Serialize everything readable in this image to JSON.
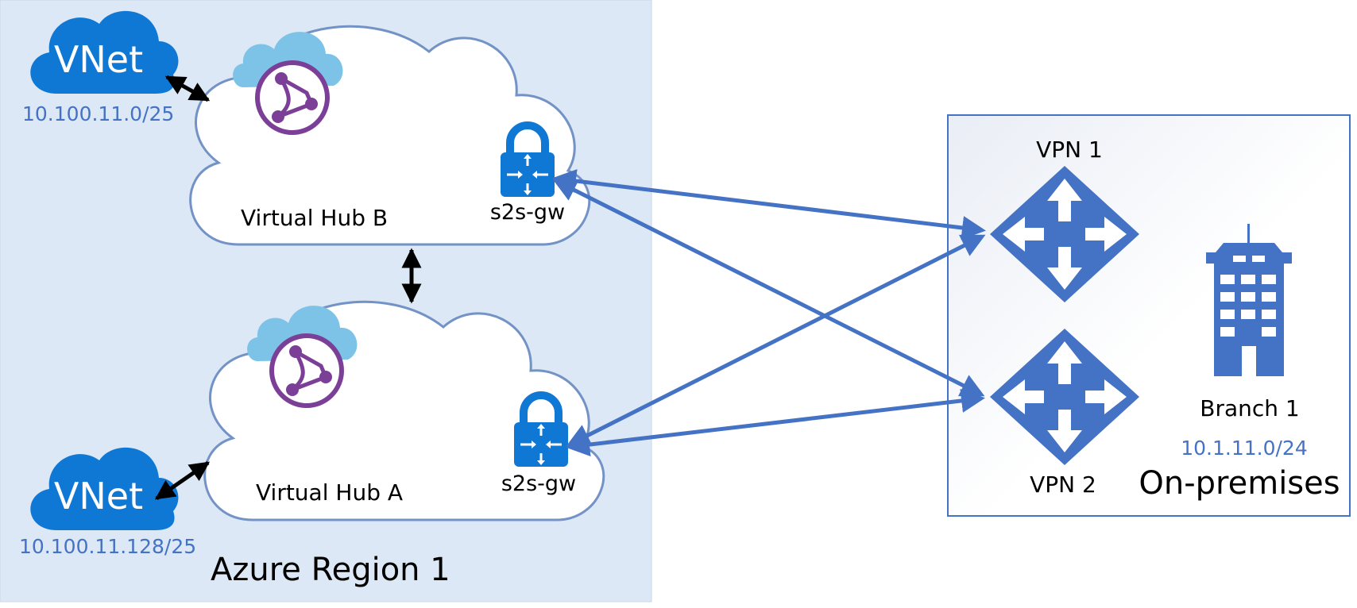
{
  "region": {
    "label": "Azure Region 1"
  },
  "onprem": {
    "label": "On-premises"
  },
  "hub_b": {
    "label": "Virtual Hub B",
    "gateway_label": "s2s-gw"
  },
  "hub_a": {
    "label": "Virtual Hub A",
    "gateway_label": "s2s-gw"
  },
  "vnet_top": {
    "label": "VNet",
    "cidr": "10.100.11.0/25"
  },
  "vnet_bottom": {
    "label": "VNet",
    "cidr": "10.100.11.128/25"
  },
  "vpn1": {
    "label": "VPN 1"
  },
  "vpn2": {
    "label": "VPN 2"
  },
  "branch": {
    "label": "Branch 1",
    "cidr": "10.1.11.0/24"
  },
  "colors": {
    "region_bg": "#dce8f5",
    "onprem_border": "#4472c4",
    "link_blue": "#4472c4",
    "cidr_blue": "#4472c4",
    "vnet_blue": "#0f78d4",
    "hub_purple": "#7b3f98",
    "hub_cloud_light": "#7dc3e8",
    "gateway_blue": "#0f78d4",
    "device_blue": "#4472c4"
  },
  "icons": [
    "vnet-cloud-icon",
    "virtual-hub-icon",
    "lock-gateway-icon",
    "vpn-router-icon",
    "office-building-icon"
  ]
}
